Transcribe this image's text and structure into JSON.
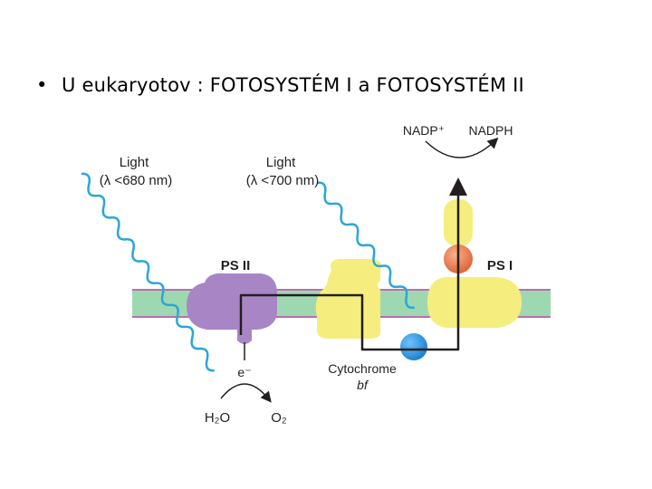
{
  "slide": {
    "bullet_mark": "•",
    "bullet_text": "U eukaryotov : FOTOSYSTÉM I a FOTOSYSTÉM II"
  },
  "diagram": {
    "light1_title": "Light",
    "light1_range": "(λ <680 nm)",
    "light2_title": "Light",
    "light2_range": "(λ <700 nm)",
    "ps2_label": "PS II",
    "ps1_label": "PS I",
    "nadp_label": "NADP⁺",
    "nadph_label": "NADPH",
    "electron_label": "e⁻",
    "cyt_label": "Cytochrome",
    "cyt_label_italic": "bf",
    "h2o_label": "H₂O",
    "o2_label": "O₂",
    "colors": {
      "membrane": "#9ed8b0",
      "membrane_edge": "#b76fb1",
      "ps2": "#a886c6",
      "ps1": "#f5ee7f",
      "cytochrome": "#f5ee7f",
      "ferredoxin": "#ee8c62",
      "plastocyanin": "#2f99e0",
      "light_wave": "#2aa6d8"
    }
  }
}
